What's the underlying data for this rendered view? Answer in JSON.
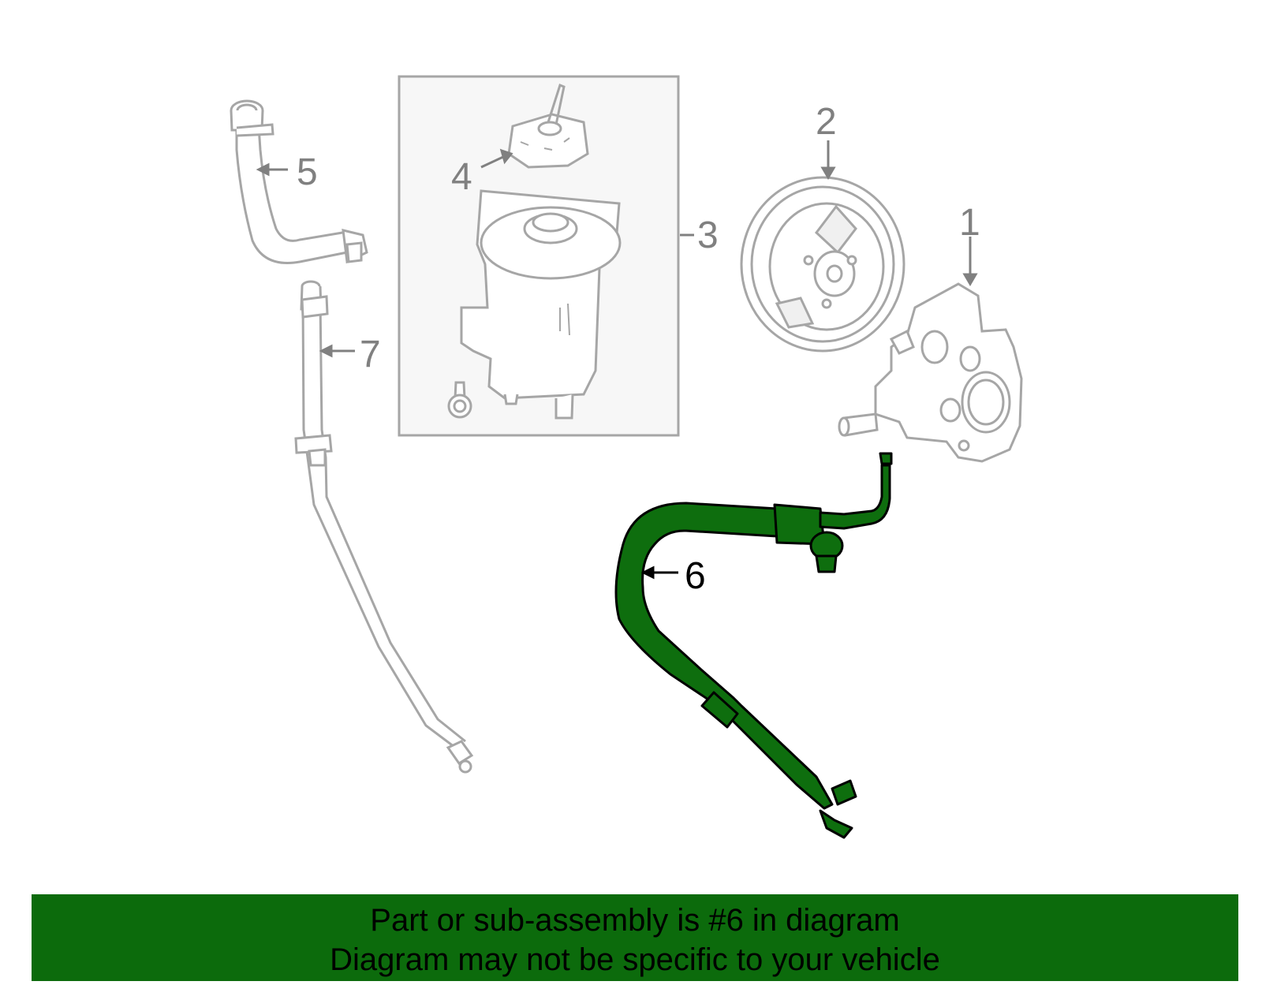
{
  "diagram": {
    "callouts": [
      {
        "id": "1",
        "label": "1"
      },
      {
        "id": "2",
        "label": "2"
      },
      {
        "id": "3",
        "label": "3"
      },
      {
        "id": "4",
        "label": "4"
      },
      {
        "id": "5",
        "label": "5"
      },
      {
        "id": "6",
        "label": "6"
      },
      {
        "id": "7",
        "label": "7"
      }
    ],
    "highlighted_part": "6"
  },
  "banner": {
    "line1": "Part or sub-assembly is #6 in diagram",
    "line2": "Diagram may not be specific to your vehicle"
  },
  "colors": {
    "highlight_fill": "#0e6e0e",
    "banner_bg": "#0c6b0c",
    "part_stroke": "#a6a6a6",
    "panel_bg": "#f7f7f7",
    "text": "#808080"
  }
}
